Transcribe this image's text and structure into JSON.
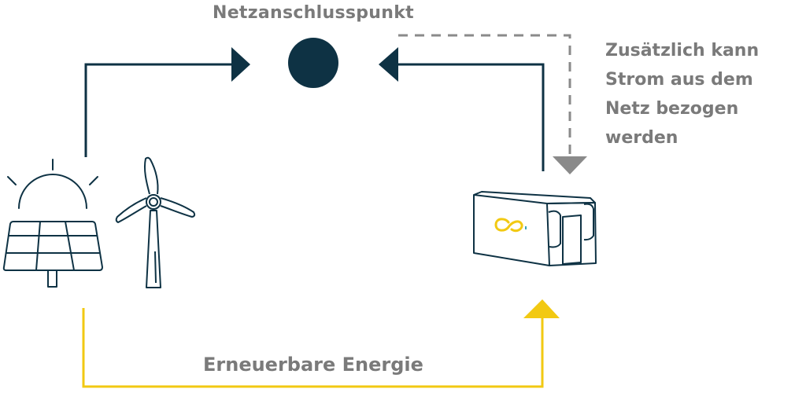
{
  "labels": {
    "grid_point": "Netzanschlusspunkt",
    "grid_supply_note": "Zusätzlich kann Strom aus dem Netz bezogen werden",
    "renewable_flow": "Erneuerbare Energie"
  },
  "nodes": [
    {
      "id": "solar",
      "icon": "solar-panel-icon"
    },
    {
      "id": "wind",
      "icon": "wind-turbine-icon"
    },
    {
      "id": "grid",
      "icon": "grid-connection-point"
    },
    {
      "id": "storage",
      "icon": "battery-storage-icon"
    }
  ],
  "edges": [
    {
      "from": "solar",
      "to": "grid",
      "style": "solid",
      "color": "dark"
    },
    {
      "from": "storage",
      "to": "grid",
      "style": "solid",
      "color": "dark"
    },
    {
      "from": "grid",
      "to": "storage",
      "style": "dashed",
      "color": "gray"
    },
    {
      "from": "solar",
      "to": "storage",
      "style": "solid",
      "color": "yellow"
    }
  ],
  "colors": {
    "dark": "#0e3244",
    "gray": "#8a8a8a",
    "yellow": "#f2c912",
    "text": "#7a7a7a"
  }
}
